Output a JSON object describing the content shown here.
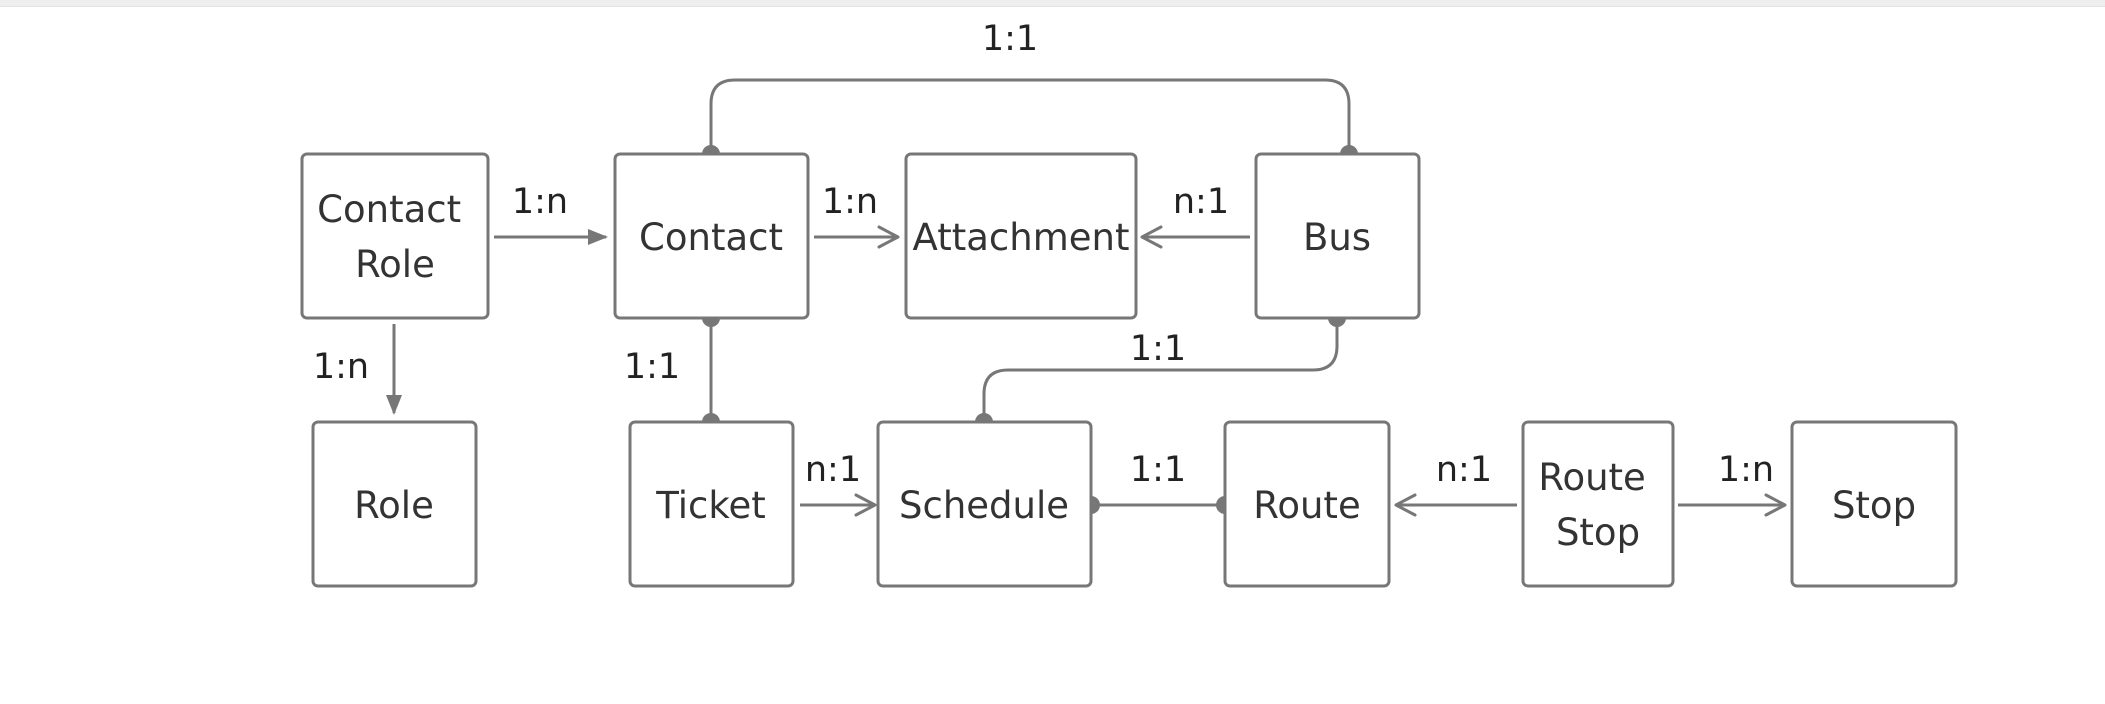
{
  "entities": {
    "contact_role": [
      "Contact",
      "Role"
    ],
    "contact": [
      "Contact"
    ],
    "attachment": [
      "Attachment"
    ],
    "bus": [
      "Bus"
    ],
    "role": [
      "Role"
    ],
    "ticket": [
      "Ticket"
    ],
    "schedule": [
      "Schedule"
    ],
    "route": [
      "Route"
    ],
    "route_stop": [
      "Route",
      "Stop"
    ],
    "stop": [
      "Stop"
    ]
  },
  "relationships": {
    "contact_bus": "1:1",
    "contactrole_contact": "1:n",
    "contact_attachment": "1:n",
    "bus_attachment": "n:1",
    "contactrole_role": "1:n",
    "contact_ticket": "1:1",
    "bus_schedule": "1:1",
    "ticket_schedule": "n:1",
    "schedule_route": "1:1",
    "routestop_route": "n:1",
    "routestop_stop": "1:n"
  },
  "colors": {
    "stroke": "#777777",
    "text": "#333333",
    "background": "#ffffff"
  }
}
